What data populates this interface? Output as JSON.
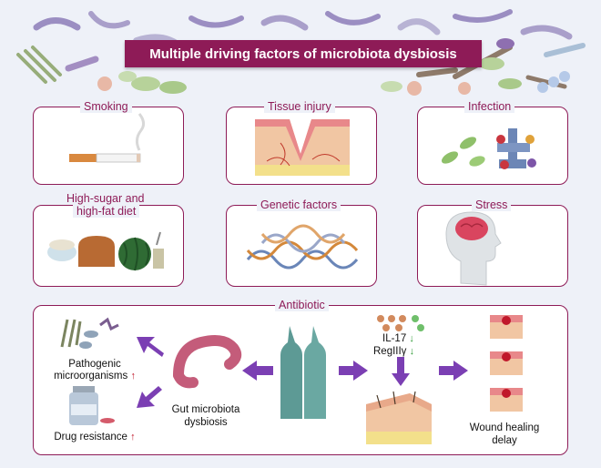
{
  "title": "Multiple driving factors of microbiota dysbiosis",
  "panels": {
    "smoking": "Smoking",
    "tissue_injury": "Tissue injury",
    "infection": "Infection",
    "diet_line1": "High-sugar and",
    "diet_line2": "high-fat diet",
    "genetic": "Genetic factors",
    "stress": "Stress",
    "antibiotic": "Antibiotic"
  },
  "antibiotic_section": {
    "pathogenic_line1": "Pathogenic",
    "pathogenic_line2": "microorganisms",
    "drug_resistance": "Drug resistance",
    "gut_line1": "Gut microbiota",
    "gut_line2": "dysbiosis",
    "il17": "IL-17",
    "regiii": "RegIIIγ",
    "wound_line1": "Wound healing",
    "wound_line2": "delay",
    "up_arrow": "↑",
    "down_arrow": "↓"
  },
  "colors": {
    "accent": "#8e1b57",
    "arrow": "#7b3fb3",
    "up": "#c0182b",
    "down": "#2f9a36"
  }
}
